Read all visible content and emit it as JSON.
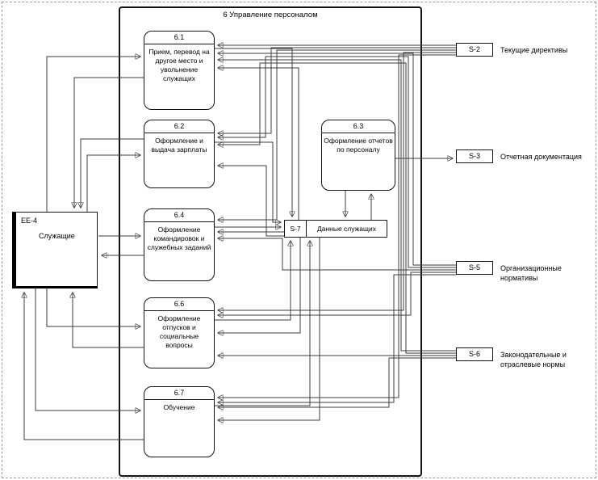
{
  "diagram": {
    "title": "6 Управление персоналом",
    "processes": [
      {
        "id": "6.1",
        "label": "Прием, перевод на другое место и увольнение служащих"
      },
      {
        "id": "6.2",
        "label": "Оформление и выдача зарплаты"
      },
      {
        "id": "6.3",
        "label": "Оформление отчетов по персоналу"
      },
      {
        "id": "6.4",
        "label": "Оформление командировок и служебных заданий"
      },
      {
        "id": "6.6",
        "label": "Оформление отпусков и социальные вопросы"
      },
      {
        "id": "6.7",
        "label": "Обучение"
      }
    ],
    "external_entities": [
      {
        "id": "EE-4",
        "label": "Служащие"
      }
    ],
    "data_stores": [
      {
        "id": "S-7",
        "label": "Данные служащих"
      },
      {
        "id": "S-2",
        "label": "Текущие директивы"
      },
      {
        "id": "S-3",
        "label": "Отчетная документация"
      },
      {
        "id": "S-5",
        "label": "Организационные нормативы"
      },
      {
        "id": "S-6",
        "label": "Законодательные и отраслевые нормы"
      }
    ],
    "edges": [
      {
        "from": "EE-4",
        "to": "6.1"
      },
      {
        "from": "6.1",
        "to": "EE-4"
      },
      {
        "from": "EE-4",
        "to": "6.2"
      },
      {
        "from": "6.2",
        "to": "EE-4"
      },
      {
        "from": "EE-4",
        "to": "6.4"
      },
      {
        "from": "6.4",
        "to": "EE-4"
      },
      {
        "from": "EE-4",
        "to": "6.6"
      },
      {
        "from": "6.6",
        "to": "EE-4"
      },
      {
        "from": "EE-4",
        "to": "6.7"
      },
      {
        "from": "6.7",
        "to": "EE-4"
      },
      {
        "from": "6.1",
        "to": "S-7"
      },
      {
        "from": "S-7",
        "to": "6.1"
      },
      {
        "from": "6.2",
        "to": "S-7"
      },
      {
        "from": "S-7",
        "to": "6.2"
      },
      {
        "from": "6.4",
        "to": "S-7"
      },
      {
        "from": "S-7",
        "to": "6.4"
      },
      {
        "from": "6.6",
        "to": "S-7"
      },
      {
        "from": "S-7",
        "to": "6.6"
      },
      {
        "from": "6.7",
        "to": "S-7"
      },
      {
        "from": "S-7",
        "to": "6.7"
      },
      {
        "from": "6.3",
        "to": "S-7"
      },
      {
        "from": "S-7",
        "to": "6.3"
      },
      {
        "from": "6.3",
        "to": "S-3"
      },
      {
        "from": "S-2",
        "to": "6.1"
      },
      {
        "from": "S-2",
        "to": "6.2"
      },
      {
        "from": "S-2",
        "to": "6.4"
      },
      {
        "from": "S-2",
        "to": "6.6"
      },
      {
        "from": "S-2",
        "to": "6.7"
      },
      {
        "from": "S-5",
        "to": "6.1"
      },
      {
        "from": "S-5",
        "to": "6.2"
      },
      {
        "from": "S-5",
        "to": "6.4"
      },
      {
        "from": "S-5",
        "to": "6.6"
      },
      {
        "from": "S-5",
        "to": "6.7"
      },
      {
        "from": "S-6",
        "to": "6.1"
      },
      {
        "from": "S-6",
        "to": "6.2"
      },
      {
        "from": "S-6",
        "to": "6.6"
      },
      {
        "from": "S-6",
        "to": "6.7"
      }
    ],
    "colors": {
      "line": "#3c3c3c",
      "border": "#141414",
      "background": "#ffffff"
    }
  }
}
